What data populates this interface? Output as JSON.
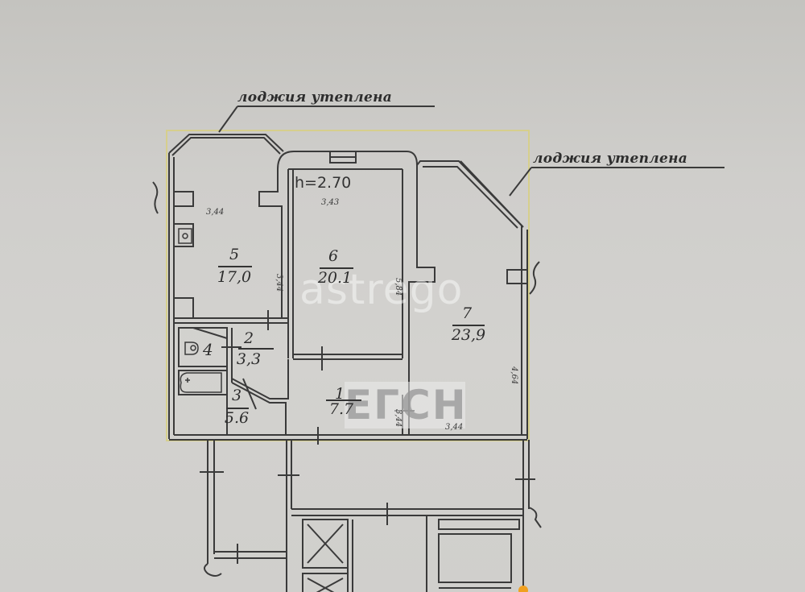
{
  "annotations": {
    "loggia_left": "лоджия утеплена",
    "loggia_right": "лоджия утеплена",
    "ceiling_height": "h=2.70"
  },
  "rooms": [
    {
      "number": "1",
      "area": "7.7"
    },
    {
      "number": "2",
      "area": "3,3"
    },
    {
      "number": "3",
      "area": "5.6"
    },
    {
      "number": "4",
      "area": ""
    },
    {
      "number": "5",
      "area": "17,0"
    },
    {
      "number": "6",
      "area": "20.1"
    },
    {
      "number": "7",
      "area": "23,9"
    }
  ],
  "dimensions": {
    "room5_width": "3,44",
    "room5_depth": "3,44",
    "room6_width": "3,43",
    "room6_depth": "5,84",
    "room7_depth": "4,64",
    "room7_width": "3,44",
    "corridor_dim": "3,44"
  },
  "watermarks": {
    "astrego": "astrego",
    "egrn": "ЕГСН"
  },
  "colors": {
    "background": "#cfcecb",
    "wall_line": "#3a3a3a",
    "highlight_border": "#d8d08a",
    "accent_dot": "#f0a020"
  }
}
